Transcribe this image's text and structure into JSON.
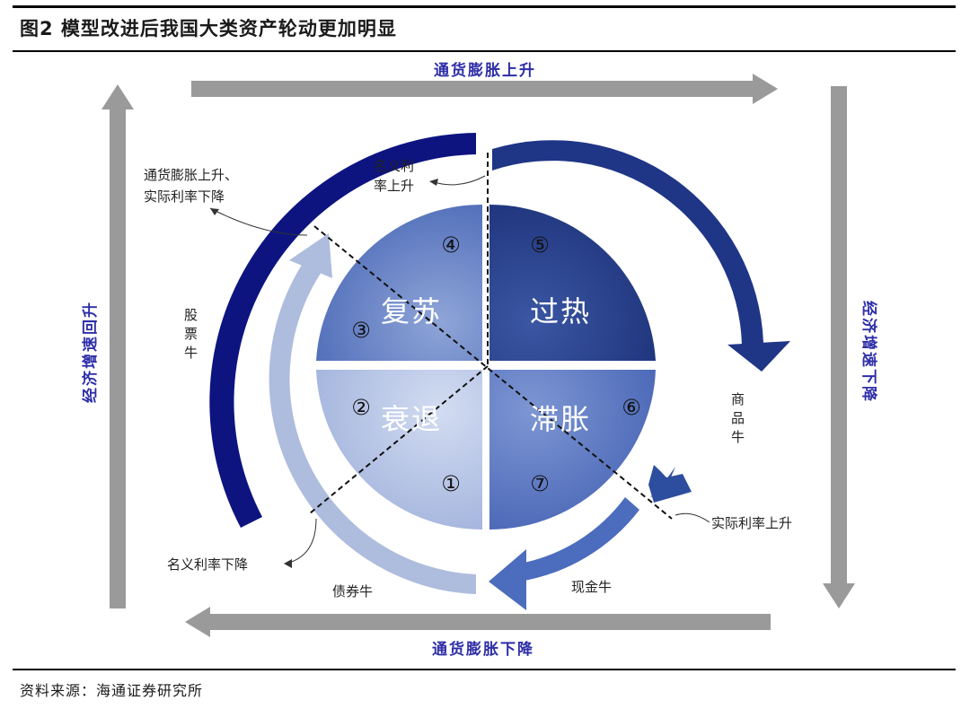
{
  "figure": {
    "title": "图2  模型改进后我国大类资产轮动更加明显",
    "source": "资料来源：海通证券研究所"
  },
  "axes": {
    "top": "通货膨胀上升",
    "bottom": "通货膨胀下降",
    "left": "经济增速回升",
    "right": "经济增速下降"
  },
  "phases": {
    "recovery": "复苏",
    "overheat": "过热",
    "recession": "衰退",
    "stagflation": "滞胀"
  },
  "numbers": {
    "n1": "①",
    "n2": "②",
    "n3": "③",
    "n4": "④",
    "n5": "⑤",
    "n6": "⑥",
    "n7": "⑦"
  },
  "annotations": {
    "inflation_up_real_down_1": "通货膨胀上升、",
    "inflation_up_real_down_2": "实际利率下降",
    "nominal_up_1": "名义利",
    "nominal_up_2": "率上升",
    "stock_bull": [
      "股",
      "票",
      "牛"
    ],
    "commodity_bull": [
      "商",
      "品",
      "牛"
    ],
    "real_rate_up": "实际利率上升",
    "nominal_down": "名义利率下降",
    "bond_bull": "债券牛",
    "cash_bull": "现金牛"
  },
  "colors": {
    "outer_arc": "#0d1480",
    "inner_light_arc": "#aebcde",
    "mid_arc": "#4e6fbe",
    "recovery": "#5f7dc4",
    "overheat": "#26408a",
    "recession": "#b4c1e2",
    "stagflation": "#5a78c2",
    "axis_arrow": "#9a9a9a",
    "axis_text": "#2e2ea8"
  }
}
